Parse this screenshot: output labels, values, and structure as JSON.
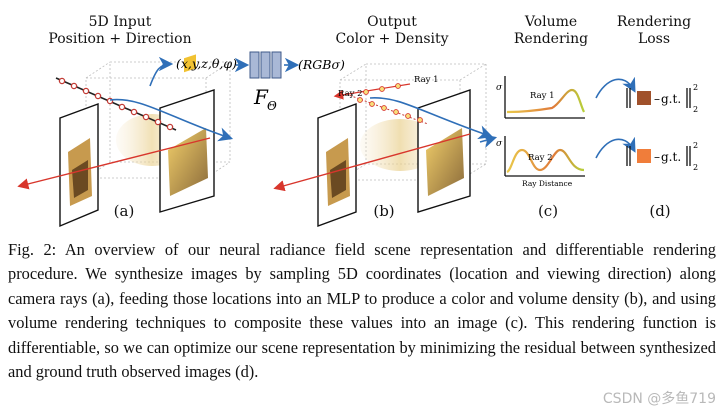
{
  "panel_a": {
    "title1": "5D Input",
    "title2": "Position + Direction",
    "tuple": "(x,y,z,θ,φ)",
    "sub": "(a)"
  },
  "mlp": {
    "label": "F",
    "sublabel": "Θ"
  },
  "panel_b": {
    "title1": "Output",
    "title2": "Color + Density",
    "tuple": "(RGBσ)",
    "ray1": "Ray 1",
    "ray2": "Ray 2",
    "sub": "(b)"
  },
  "panel_c": {
    "title1": "Volume",
    "title2": "Rendering",
    "ray1": "Ray 1",
    "ray2": "Ray 2",
    "axis": "Ray Distance",
    "sigma": "σ",
    "sub": "(c)"
  },
  "panel_d": {
    "title1": "Rendering",
    "title2": "Loss",
    "gt": "g.t.",
    "sub": "(d)",
    "colors": [
      "#a0512b",
      "#f07d3a"
    ]
  },
  "caption": {
    "label": "Fig. 2:",
    "text": "An overview of our neural radiance field scene representation and differentiable rendering procedure. We synthesize images by sampling 5D coordinates (location and viewing direction) along camera rays (a), feeding those locations into an MLP to produce a color and volume density (b), and using volume rendering techniques to composite these values into an image (c). This rendering function is differentiable, so we can optimize our scene representation by minimizing the residual between synthesized and ground truth observed images (d)."
  },
  "watermark": "CSDN @多鱼719"
}
